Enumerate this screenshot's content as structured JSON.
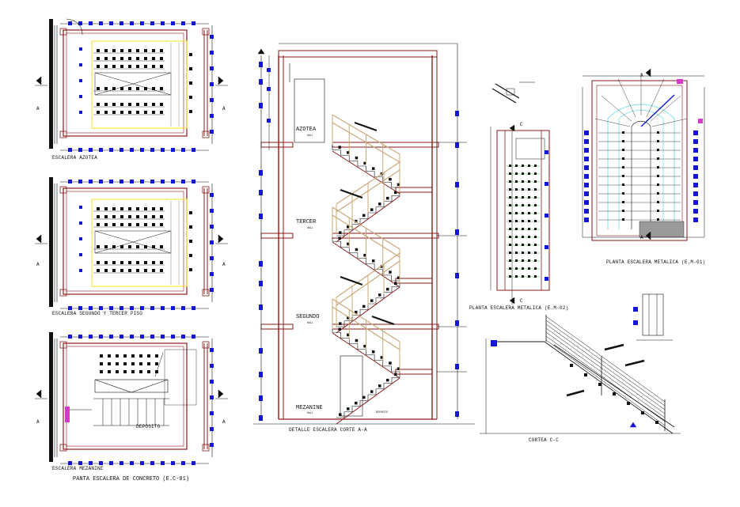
{
  "colors": {
    "wall": "#8b1a1a",
    "blue": "#1515d8",
    "black": "#111111",
    "yellow": "#f2e224",
    "tan": "#c8a878",
    "cyan": "#7fe3ea",
    "magenta": "#d838c8",
    "green": "#3aa03a",
    "grey": "#9a9a9a"
  },
  "plans": {
    "azotea_title": "ESCALERA AZOTEA",
    "segundo_tercer_title": "ESCALERA SEGUNDO Y TERCER PISO",
    "mezanine_title": "ESCALERA MEZANINE",
    "deposito_label": "DEPOSITO",
    "concrete_caption": "PANTA ESCALERA DE CONCRETO (E.C-01)",
    "axis_label": "A"
  },
  "section": {
    "caption": "DETALLE ESCALERA CORTE A-A",
    "levels": [
      {
        "name": "AZOTEA"
      },
      {
        "name": "TERCER"
      },
      {
        "name": "SEGUNDO"
      },
      {
        "name": "MEZANINE"
      }
    ],
    "hall_label": "HALL",
    "deposito_label": "DEPOSITO"
  },
  "metal": {
    "plan02_caption": "PLANTA ESCALERA METALICA (E.M-02)",
    "plan01_caption": "PLANTA ESCALERA METALICA (E.M-01)",
    "cut_caption": "CORTEA C-C",
    "axis_a": "A",
    "axis_c": "C"
  }
}
